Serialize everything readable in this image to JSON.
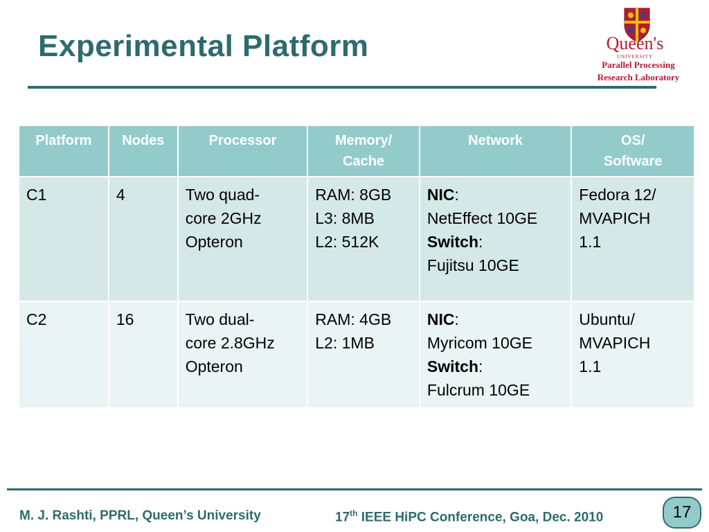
{
  "slide": {
    "title": "Experimental Platform",
    "page_number": "17"
  },
  "logo": {
    "name": "Queen's",
    "university": "UNIVERSITY",
    "lab_line1": "Parallel Processing",
    "lab_line2": "Research Laboratory"
  },
  "table": {
    "headers": [
      "Platform",
      "Nodes",
      "Processor",
      "Memory/",
      "Cache",
      "Network",
      "OS/",
      "Software"
    ],
    "rows": [
      {
        "platform": "C1",
        "nodes": "4",
        "processor": [
          "Two quad-",
          "core 2GHz",
          "Opteron"
        ],
        "memory": [
          "RAM: 8GB",
          "L3: 8MB",
          "L2: 512K"
        ],
        "network": {
          "nic_label": "NIC",
          "nic_value": "NetEffect 10GE",
          "switch_label": "Switch",
          "switch_value": "Fujitsu 10GE"
        },
        "os": [
          "Fedora 12/",
          "MVAPICH",
          "1.1"
        ]
      },
      {
        "platform": "C2",
        "nodes": "16",
        "processor": [
          "Two dual-",
          "core 2.8GHz",
          "Opteron"
        ],
        "memory": [
          "RAM: 4GB",
          "L2: 1MB"
        ],
        "network": {
          "nic_label": "NIC",
          "nic_value": "Myricom 10GE",
          "switch_label": "Switch",
          "switch_value": "Fulcrum 10GE"
        },
        "os": [
          "Ubuntu/",
          "MVAPICH",
          "1.1"
        ]
      }
    ]
  },
  "footer": {
    "left": "M. J. Rashti, PPRL, Queen’s University",
    "right_ordinal": "17",
    "right_sup": "th",
    "right_rest": " IEEE HiPC Conference, Goa, Dec. 2010"
  },
  "colors": {
    "accent": "#2d6b6e",
    "header_fill": "#93cbcb",
    "row1_fill": "#d4e8e8",
    "row2_fill": "#eaf4f4",
    "logo_red": "#b31b34"
  },
  "icons": {
    "logo_crest": "queens-crest-icon"
  }
}
